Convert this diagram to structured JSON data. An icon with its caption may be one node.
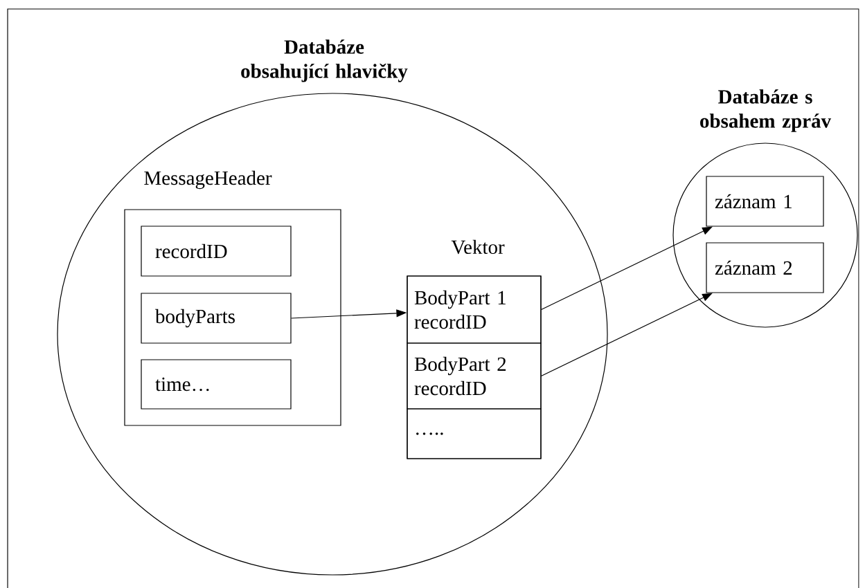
{
  "diagram": {
    "nodes": [
      {
        "text": [
          "Databáze obsahující hlavičky"
        ]
      },
      {
        "text": [
          "MessageHeader"
        ],
        "in": 0
      },
      {
        "text": [
          "recordID"
        ],
        "in": 1
      },
      {
        "text": [
          "bodyParts"
        ],
        "in": 1
      },
      {
        "text": [
          "time…"
        ],
        "in": 1
      },
      {
        "text": [
          "Vektor"
        ],
        "in": 0
      },
      {
        "text": [
          "BodyPart 1 recordID"
        ],
        "in": 5
      },
      {
        "text": [
          "BodyPart 2 recordID"
        ],
        "in": 5
      },
      {
        "text": [
          "….."
        ],
        "in": 5
      },
      {
        "text": [
          "Databáze s obsahem zpráv"
        ]
      },
      {
        "text": [
          "záznam 1"
        ],
        "in": 9
      },
      {
        "text": [
          "záznam 2"
        ],
        "in": 9
      }
    ],
    "edges": [
      {
        "from": 3,
        "to": 6,
        "arrow": "to"
      },
      {
        "from": 6,
        "to": 10,
        "arrow": "to"
      },
      {
        "from": 7,
        "to": 11,
        "arrow": "to"
      }
    ]
  }
}
